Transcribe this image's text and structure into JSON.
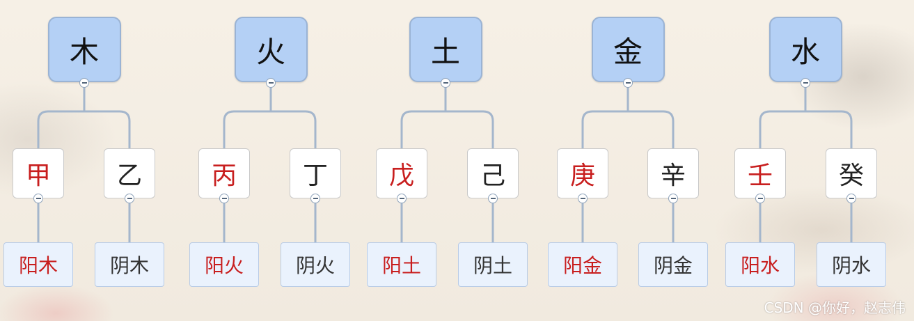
{
  "elements": [
    {
      "label": "木",
      "stems": [
        {
          "label": "甲",
          "polarity": "yang",
          "attribute": "阳木"
        },
        {
          "label": "乙",
          "polarity": "yin",
          "attribute": "阴木"
        }
      ]
    },
    {
      "label": "火",
      "stems": [
        {
          "label": "丙",
          "polarity": "yang",
          "attribute": "阳火"
        },
        {
          "label": "丁",
          "polarity": "yin",
          "attribute": "阴火"
        }
      ]
    },
    {
      "label": "土",
      "stems": [
        {
          "label": "戊",
          "polarity": "yang",
          "attribute": "阳土"
        },
        {
          "label": "己",
          "polarity": "yin",
          "attribute": "阴土"
        }
      ]
    },
    {
      "label": "金",
      "stems": [
        {
          "label": "庚",
          "polarity": "yang",
          "attribute": "阳金"
        },
        {
          "label": "辛",
          "polarity": "yin",
          "attribute": "阴金"
        }
      ]
    },
    {
      "label": "水",
      "stems": [
        {
          "label": "壬",
          "polarity": "yang",
          "attribute": "阳水"
        },
        {
          "label": "癸",
          "polarity": "yin",
          "attribute": "阴水"
        }
      ]
    }
  ],
  "colors": {
    "element_fill": "#b4d0f5",
    "yang_text": "#c81e1e",
    "yin_text": "#222222",
    "connector": "#a4b6cc"
  },
  "watermark": "CSDN @你好，赵志伟"
}
